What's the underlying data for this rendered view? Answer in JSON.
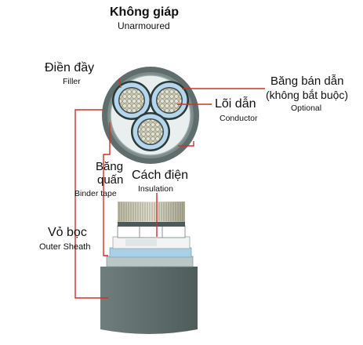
{
  "title": {
    "vi": "Không giáp",
    "en": "Unarmoured"
  },
  "labels": {
    "filler": {
      "vi": "Điền đầy",
      "en": "Filler"
    },
    "semiconductive_tape": {
      "vi_line1": "Băng bán dẫn",
      "vi_line2": "(không bắt buộc)",
      "en": "Optional"
    },
    "conductor": {
      "vi": "Lõi dẫn",
      "en": "Conductor"
    },
    "binder_tape": {
      "vi_line1": "Băng",
      "vi_line2": "quấn",
      "en": "Binder tape"
    },
    "insulation": {
      "vi": "Cách điện",
      "en": "Insulation"
    },
    "outer_sheath": {
      "vi": "Vỏ bọc",
      "en": "Outer Sheath"
    }
  },
  "colors": {
    "leader_line": "#d0302c",
    "outer_sheath": "#5f6e6c",
    "insulation": "#b8d8ee",
    "conductor": "#c9c9b8",
    "filler": "#e8eeee"
  }
}
